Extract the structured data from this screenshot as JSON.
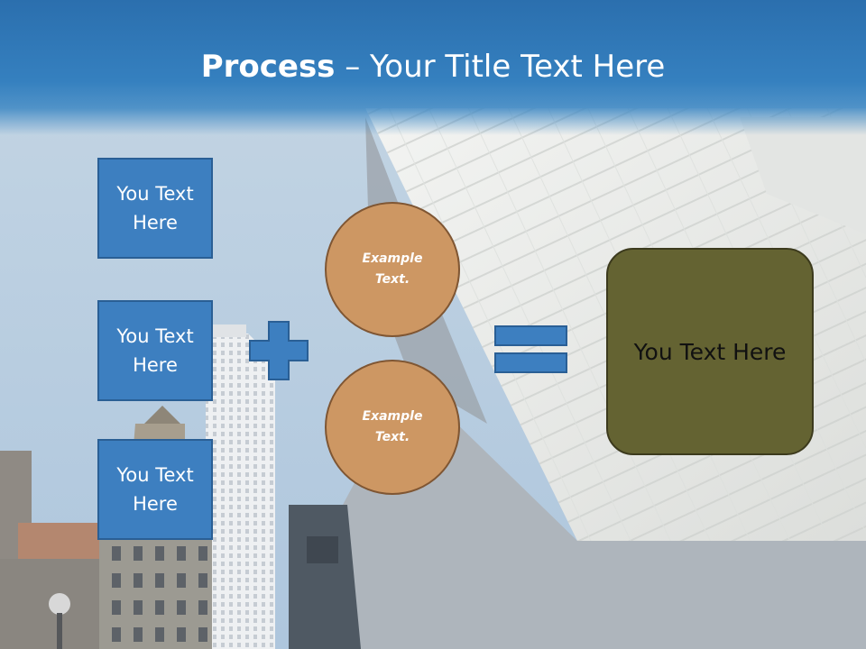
{
  "slide": {
    "title_bold": "Process",
    "title_rest": " – Your Title Text Here",
    "left_boxes": [
      {
        "label": "You Text Here"
      },
      {
        "label": "You Text Here"
      },
      {
        "label": "You Text Here"
      }
    ],
    "circles": [
      {
        "label": "Example Text."
      },
      {
        "label": "Example Text."
      }
    ],
    "result_label": "You Text Here"
  },
  "colors": {
    "header_blue": "#2f77b8",
    "box_blue": "#3d7fc0",
    "circle_tan": "#cd9763",
    "result_olive": "#646332"
  },
  "icons": {
    "plus": "plus-icon",
    "equals": "equals-icon"
  }
}
